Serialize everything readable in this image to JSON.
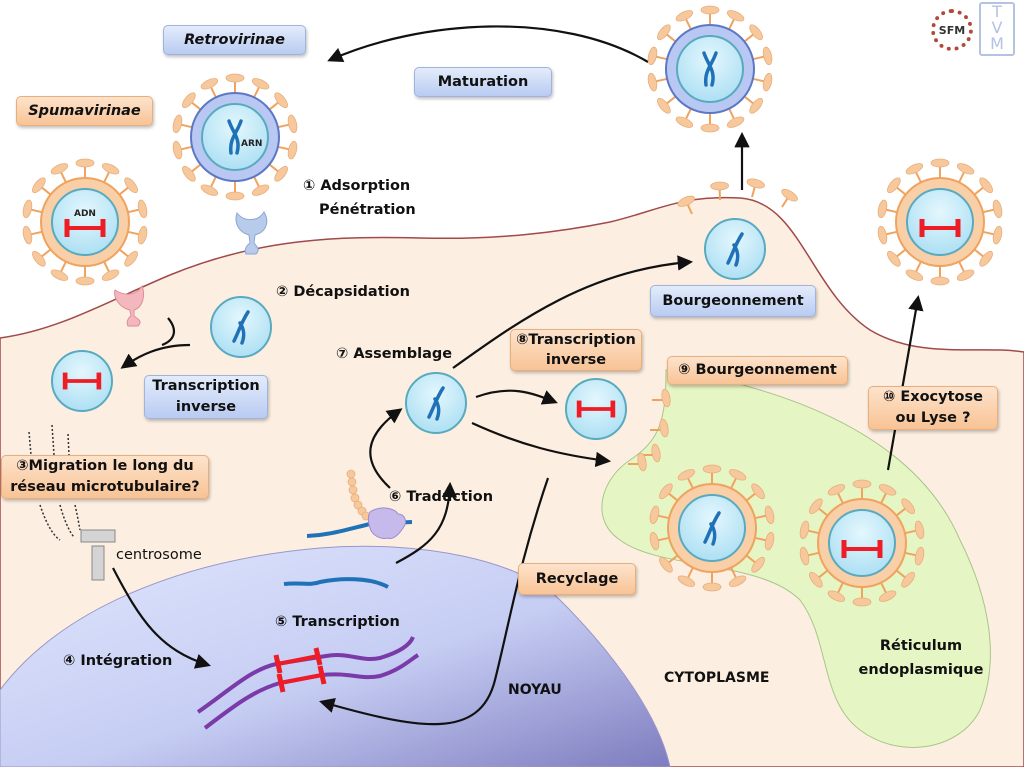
{
  "diagram": {
    "title_boxes": {
      "retrovirinae": "Retrovirinae",
      "spumavirinae": "Spumavirinae",
      "maturation": "Maturation"
    },
    "steps": {
      "step1_line1": "① Adsorption",
      "step1_line2": "Pénétration",
      "step2": "② Décapsidation",
      "transcription_inverse_line1": "Transcription",
      "transcription_inverse_line2": "inverse",
      "step3_line1": "③Migration le long du",
      "step3_line2": "réseau microtubulaire?",
      "centrosome": "centrosome",
      "step4": "④ Intégration",
      "step5": "⑤ Transcription",
      "step6": "⑥ Traduction",
      "step7": "⑦ Assemblage",
      "step8_line1": "⑧Transcription",
      "step8_line2": "inverse",
      "step9": "⑨ Bourgeonnement",
      "step10_line1": "⑩ Exocytose",
      "step10_line2": "ou Lyse ?",
      "bourgeonnement": "Bourgeonnement",
      "recyclage": "Recyclage"
    },
    "compartments": {
      "noyau": "NOYAU",
      "cytoplasme": "CYTOPLASME",
      "reticulum_line1": "Réticulum",
      "reticulum_line2": "endoplasmique"
    },
    "genome_labels": {
      "arn": "ARN",
      "adn": "ADN"
    },
    "logos": {
      "sfm": "SFM",
      "tvm_top": "T",
      "tvm_mid": "V",
      "tvm_bot": "M"
    },
    "colors": {
      "cell_fill": "#fcefe2",
      "membrane": "#a04a4a",
      "nucleus_light": "#d6dffb",
      "nucleus_dark": "#8a88c6",
      "er_fill": "#e6f5c4",
      "capsid_fill": "#c8ecf9",
      "capsid_stroke": "#5aaabf",
      "spike": "#f2b27c",
      "envelope_orange": "#f6c79c",
      "envelope_blue": "#aebff0",
      "rna": "#1f72b8",
      "dna_integrated": "#7a3aa8",
      "provirus_red": "#ee1c24"
    }
  }
}
